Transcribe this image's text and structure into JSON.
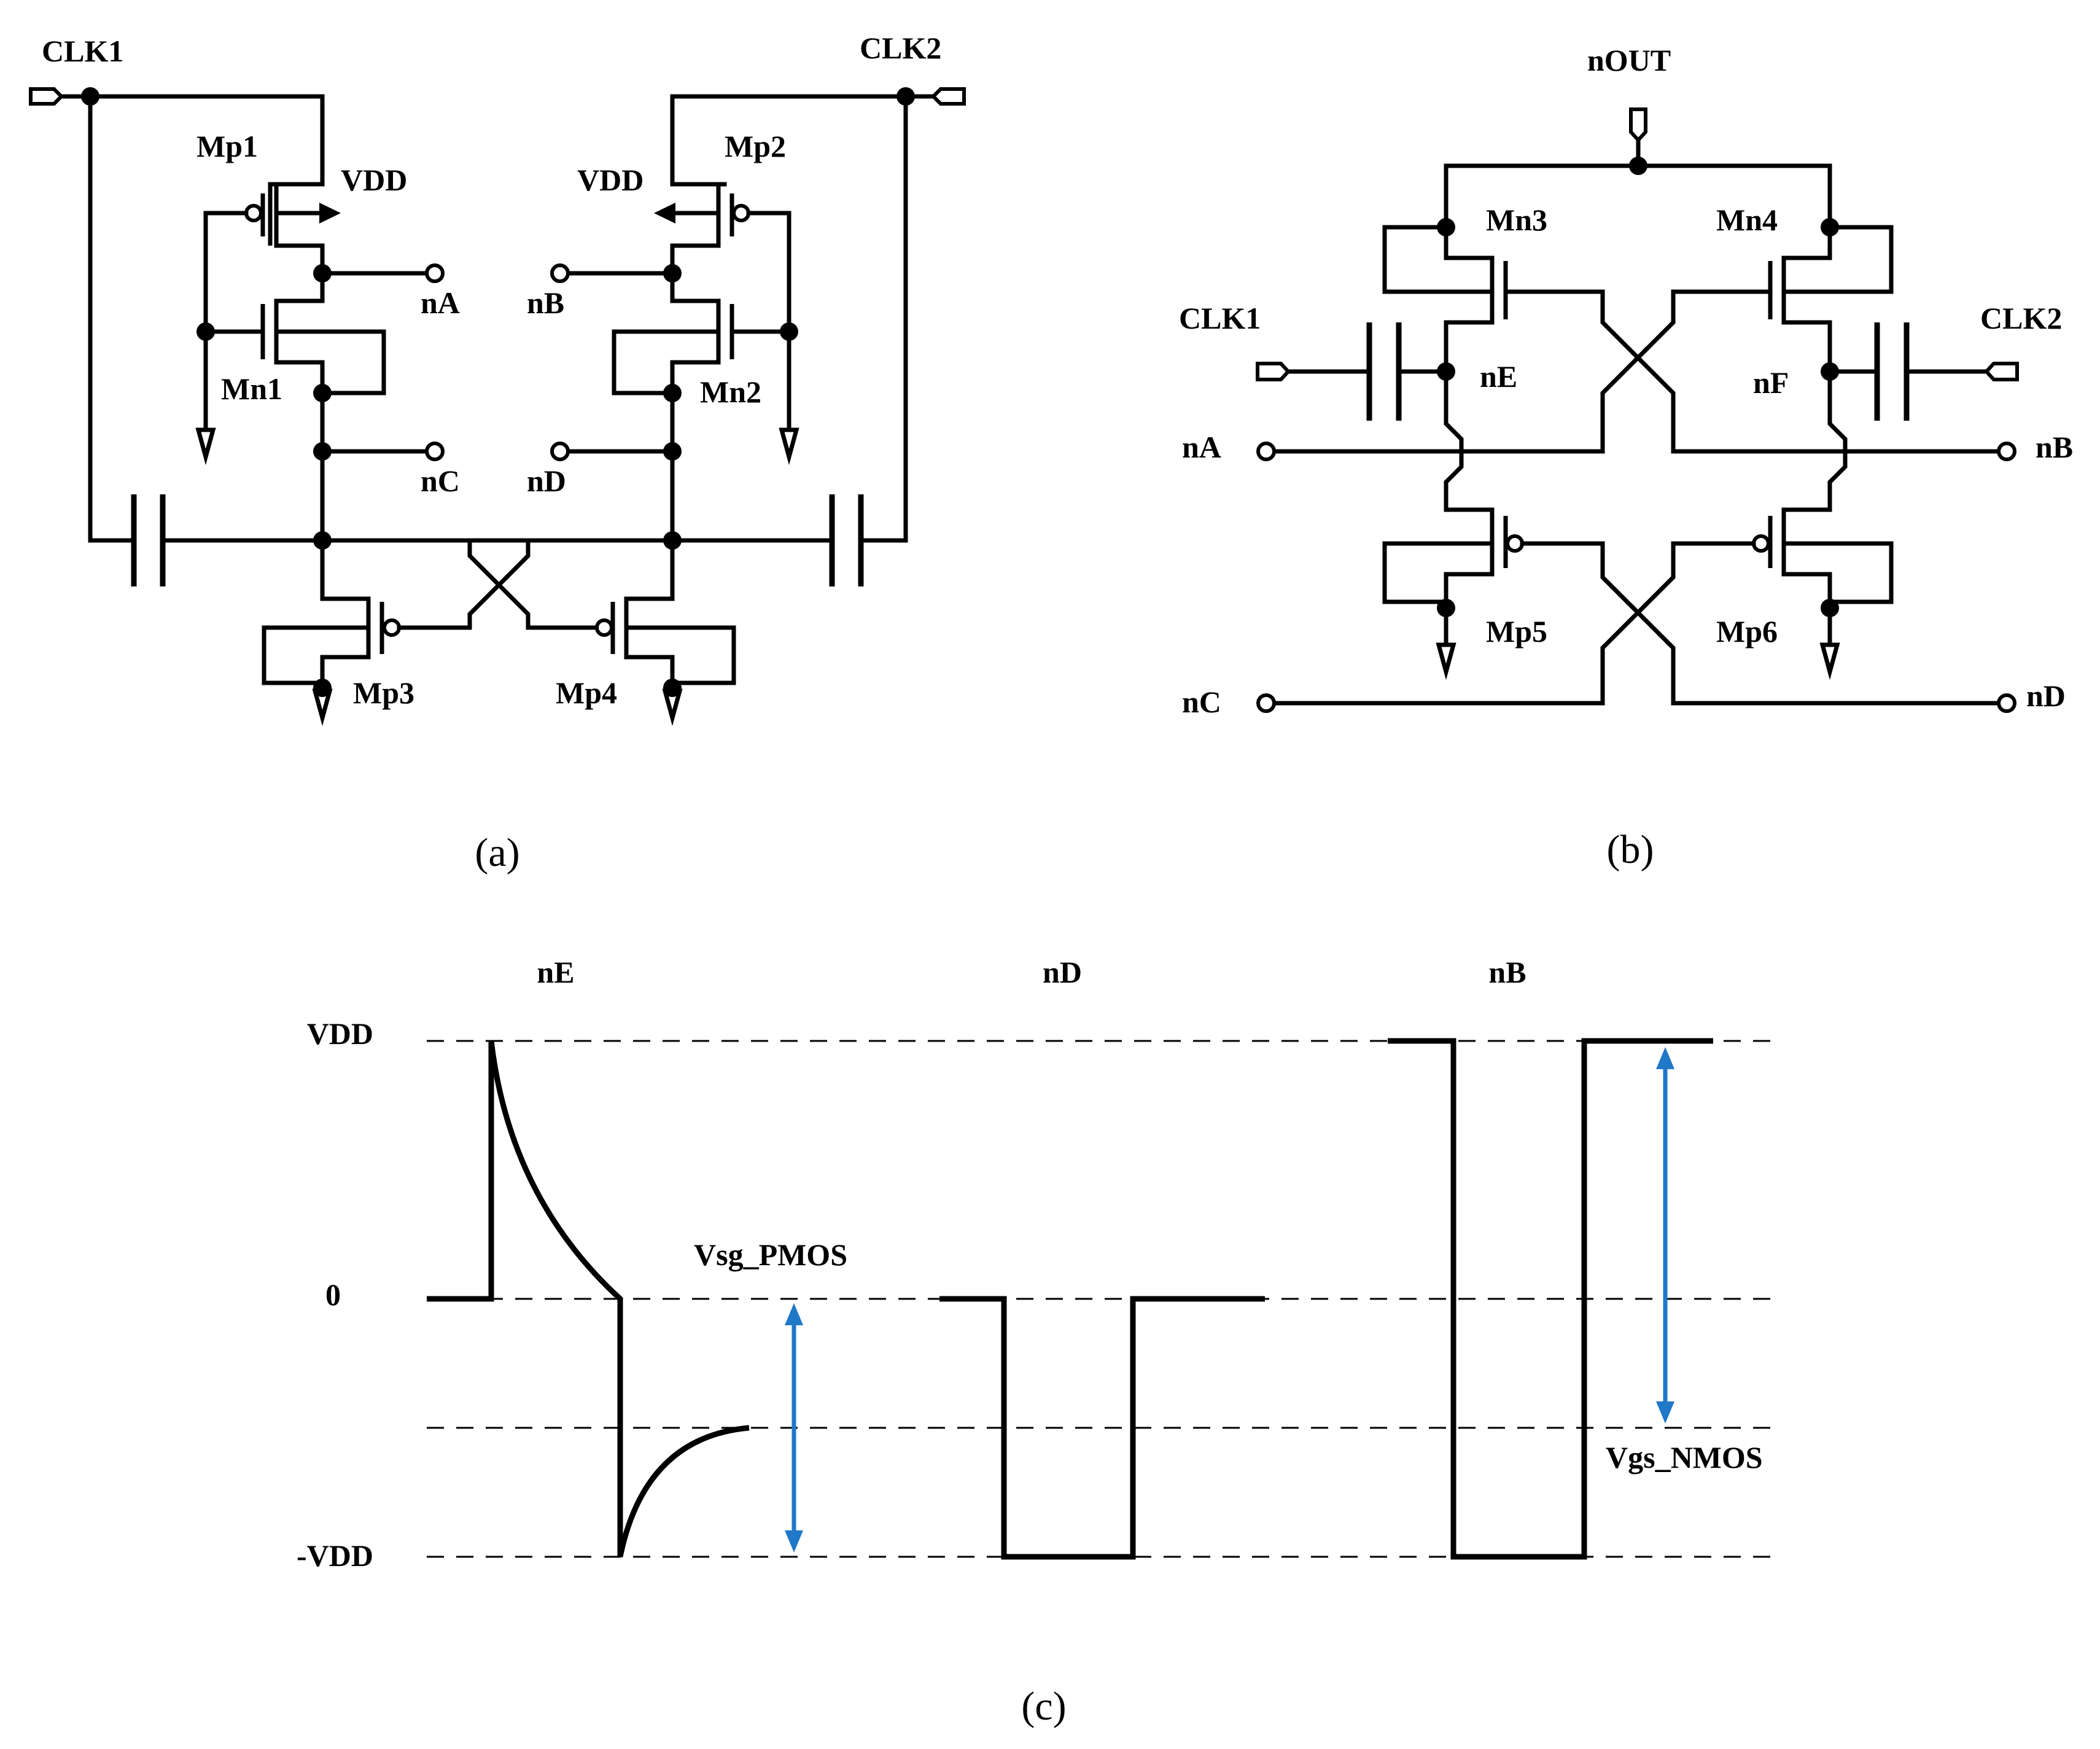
{
  "panel_a": {
    "caption": "(a)",
    "labels": {
      "clk1": "CLK1",
      "clk2": "CLK2",
      "mp1": "Mp1",
      "mp2": "Mp2",
      "vdd_left": "VDD",
      "vdd_right": "VDD",
      "mn1": "Mn1",
      "mn2": "Mn2",
      "mp3": "Mp3",
      "mp4": "Mp4",
      "na": "nA",
      "nb": "nB",
      "nc": "nC",
      "nd": "nD"
    }
  },
  "panel_b": {
    "caption": "(b)",
    "labels": {
      "nout": "nOUT",
      "mn3": "Mn3",
      "mn4": "Mn4",
      "clk1": "CLK1",
      "clk2": "CLK2",
      "ne": "nE",
      "nf": "nF",
      "na": "nA",
      "nb": "nB",
      "mp5": "Mp5",
      "mp6": "Mp6",
      "nc": "nC",
      "nd": "nD"
    }
  },
  "panel_c": {
    "caption": "(c)",
    "labels": {
      "ne": "nE",
      "nd": "nD",
      "nb": "nB",
      "vdd": "VDD",
      "zero": "0",
      "neg_vdd": "-VDD",
      "vsg": "Vsg_PMOS",
      "vgs": "Vgs_NMOS"
    }
  }
}
